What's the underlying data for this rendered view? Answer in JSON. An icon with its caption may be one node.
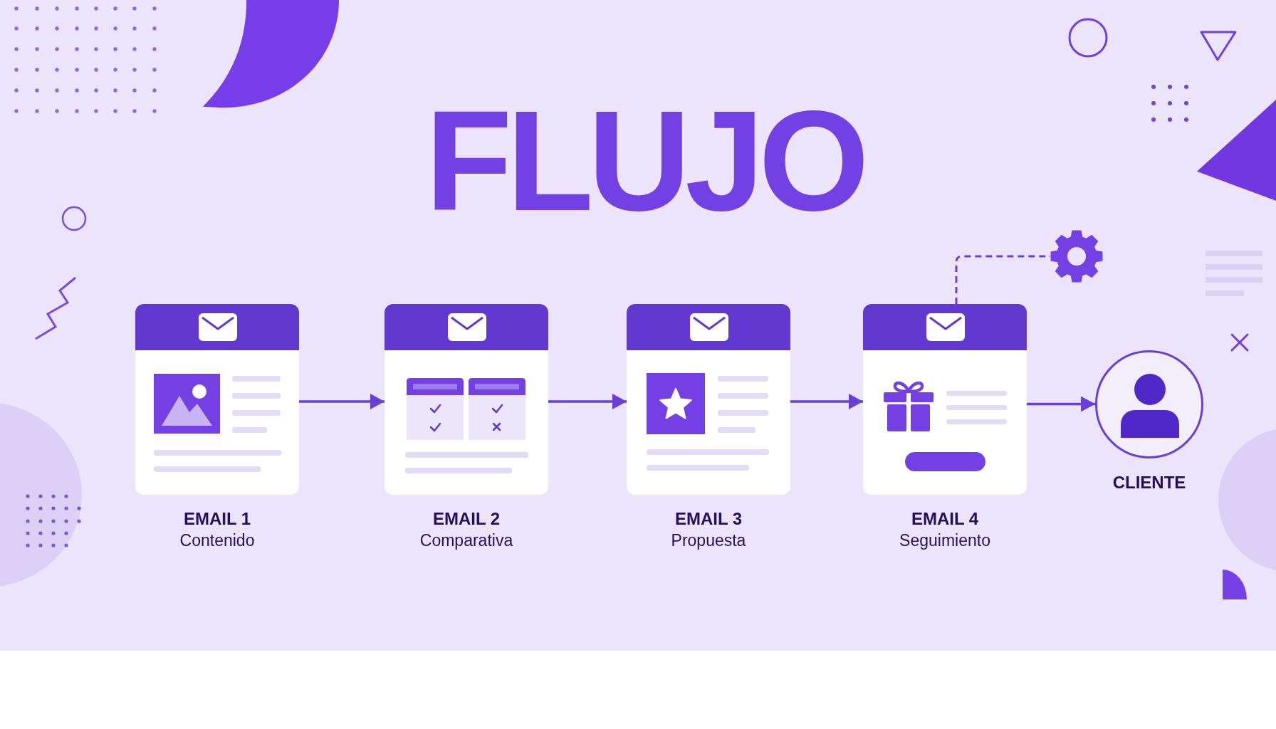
{
  "diagram": {
    "title": "FLUJO",
    "nodes": [
      {
        "text": [],
        "shape": "crescent"
      },
      {
        "text": [],
        "shape": "triangle"
      },
      {
        "text": [],
        "shape": "gear"
      },
      {
        "text": [
          "EMAIL 1",
          "Contenido"
        ]
      },
      {
        "text": [
          "EMAIL 2",
          "Comparativa"
        ]
      },
      {
        "text": [
          "EMAIL 3",
          "Propuesta"
        ]
      },
      {
        "text": [
          "EMAIL 4",
          "Seguimiento"
        ]
      },
      {
        "text": [
          "CLIENTE"
        ]
      }
    ],
    "edges": [
      {
        "from": 3,
        "to": 4,
        "arrow": "to"
      },
      {
        "from": 4,
        "to": 5,
        "arrow": "to"
      },
      {
        "from": 5,
        "to": 6,
        "arrow": "to"
      },
      {
        "from": 6,
        "to": 7,
        "arrow": "to"
      },
      {
        "from": 6,
        "to": 2,
        "arrow": "none",
        "style": "dashed"
      }
    ]
  }
}
